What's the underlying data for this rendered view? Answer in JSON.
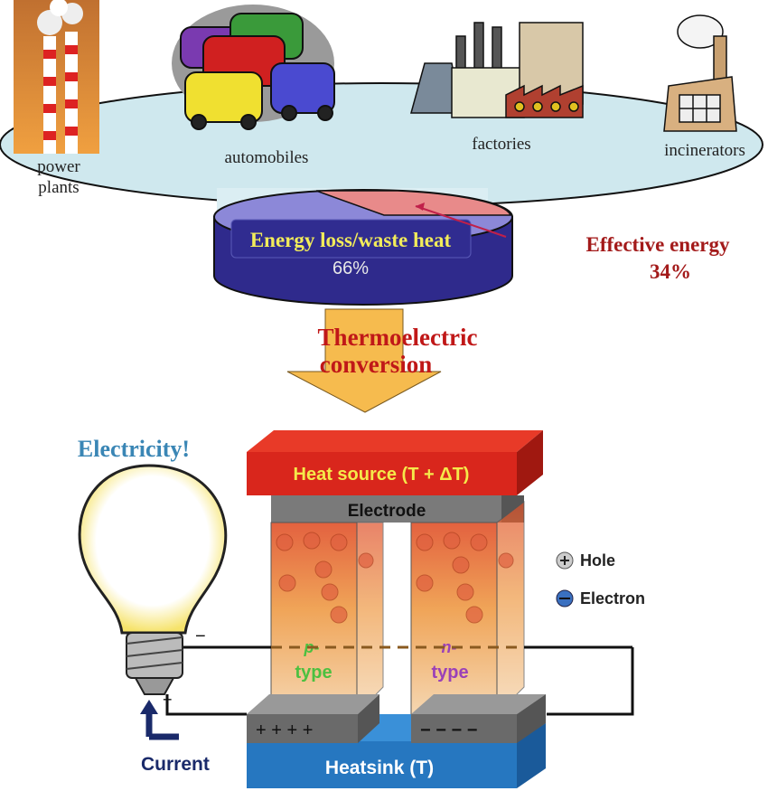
{
  "sources": {
    "power_plants": "power",
    "power_plants_2": "plants",
    "automobiles": "automobiles",
    "factories": "factories",
    "incinerators": "incinerators"
  },
  "pie": {
    "loss_label": "Energy loss/waste heat",
    "loss_value": "66%",
    "effective_label": "Effective energy",
    "effective_value": "34%",
    "loss_fraction": 0.66,
    "effective_fraction": 0.34
  },
  "arrow": {
    "line1": "Thermoelectric",
    "line2": "conversion"
  },
  "device": {
    "heat_source": "Heat source (T + ΔT)",
    "electrode": "Electrode",
    "p_type_1": "p-",
    "p_type_2": "type",
    "n_type_1": "n-",
    "n_type_2": "type",
    "heatsink": "Heatsink (T)",
    "plus_signs": "+ + + +",
    "minus_signs": "− − − −"
  },
  "legend": {
    "hole": "Hole",
    "electron": "Electron"
  },
  "circuit": {
    "electricity": "Electricity!",
    "current": "Current",
    "minus": "−",
    "plus": "+"
  },
  "colors": {
    "effective_red": "#a31a1a",
    "electricity_blue": "#3a86b5",
    "heat_red": "#d9261c",
    "heatsink_blue": "#2677c0",
    "text_yellow": "#f5e94a"
  }
}
